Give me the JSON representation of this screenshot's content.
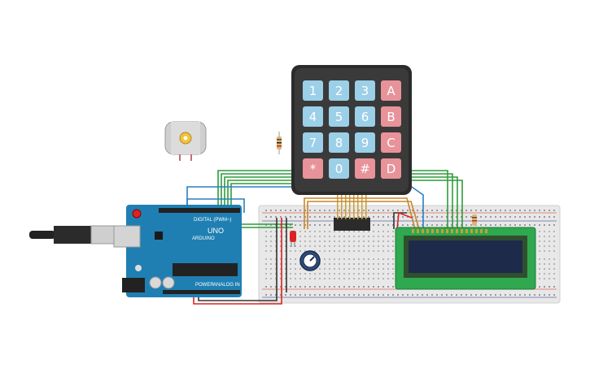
{
  "keypad": {
    "keys": [
      "1",
      "2",
      "3",
      "A",
      "4",
      "5",
      "6",
      "B",
      "7",
      "8",
      "9",
      "C",
      "*",
      "0",
      "#",
      "D"
    ],
    "digit_color": "#9ccfe8",
    "letter_color": "#e8929a",
    "body_color": "#2b2b2b"
  },
  "arduino": {
    "brand": "ARDUINO",
    "model": "UNO",
    "digital_label": "DIGITAL (PWM~)",
    "power_label": "POWER",
    "analog_label": "ANALOG IN",
    "board_color": "#1f7fb3"
  },
  "lcd": {
    "board_color": "#2fa84f",
    "screen_color": "#1e2a4a"
  },
  "colors": {
    "breadboard": "#e8e8e8",
    "wire_green": "#2e9c3a",
    "wire_blue": "#2a7fc4",
    "wire_orange": "#c8862a",
    "wire_red": "#d22",
    "wire_black": "#333"
  },
  "icons": [
    "dc-motor-icon",
    "resistor-icon",
    "usb-cable-icon",
    "potentiometer-icon",
    "led-icon",
    "header-pins-icon"
  ]
}
